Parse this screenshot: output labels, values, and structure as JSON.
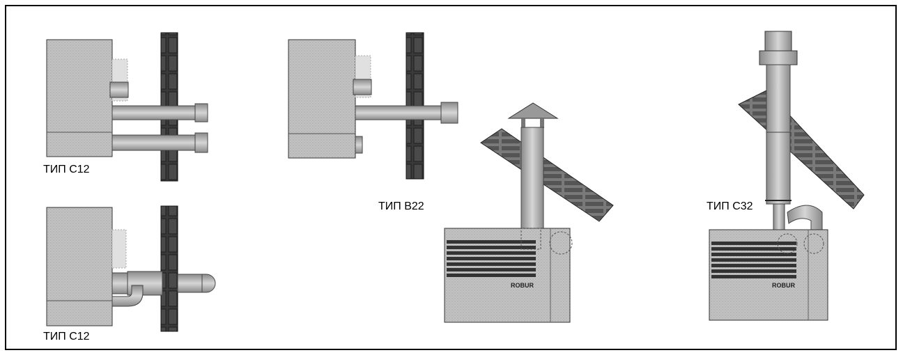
{
  "labels": {
    "c12_top": "ТИП С12",
    "c12_bottom": "ТИП С12",
    "b22": "ТИП В22",
    "c32": "ТИП С32"
  },
  "brand": {
    "logo_text": "ROBUR"
  },
  "colors": {
    "border": "#000000",
    "body_fill": "#bdbdbd",
    "body_dark": "#9a9a9a",
    "wall": "#333333",
    "pipe": "#b8b8b8"
  }
}
